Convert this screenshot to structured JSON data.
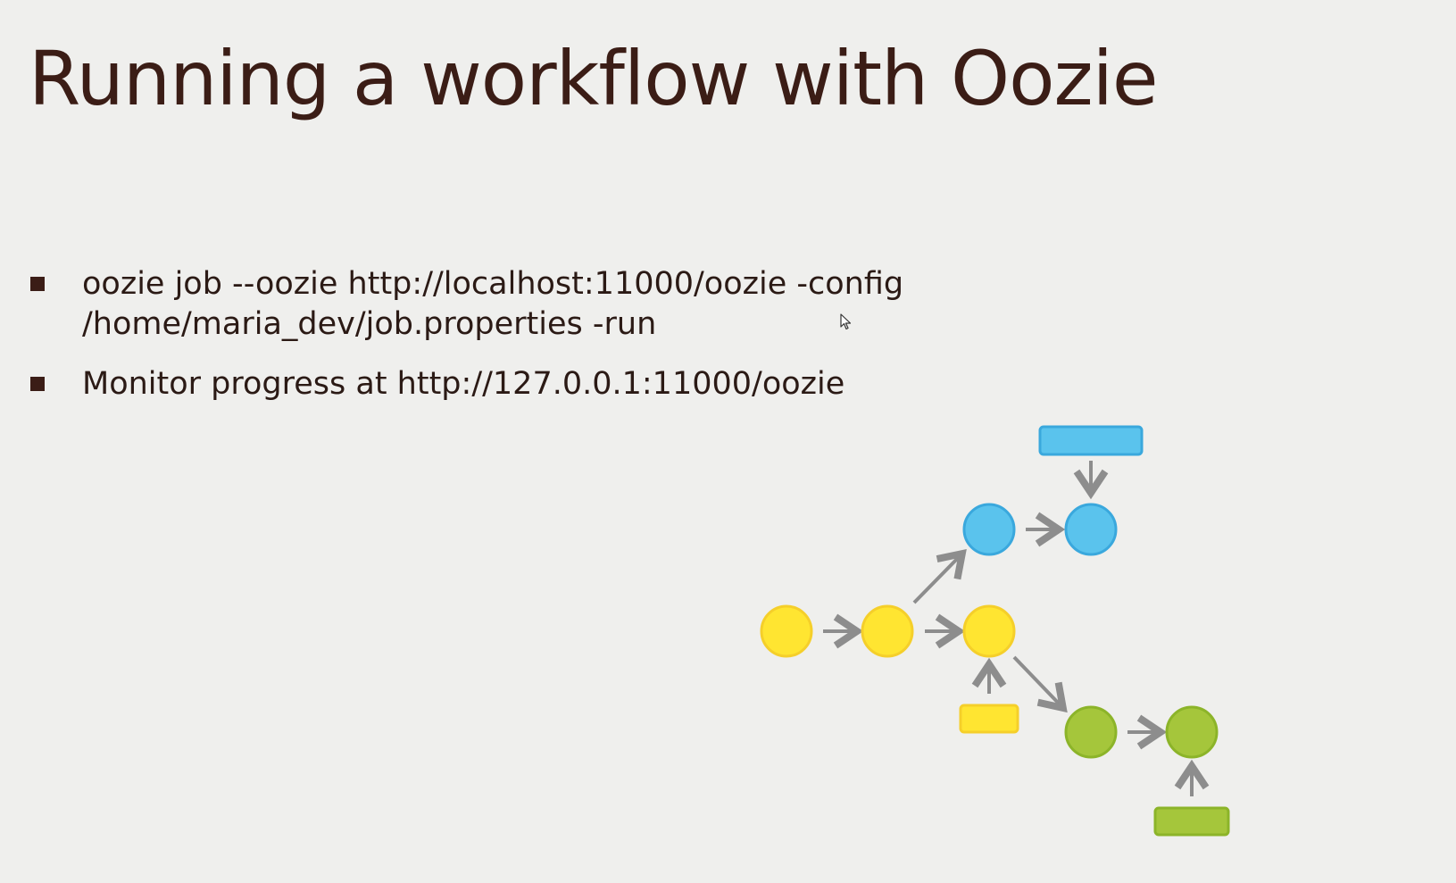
{
  "slide": {
    "title": "Running a workflow with Oozie",
    "bullets": [
      {
        "text": "oozie job --oozie http://localhost:11000/oozie -config\n/home/maria_dev/job.properties -run"
      },
      {
        "text": "Monitor progress at http://127.0.0.1:11000/oozie"
      }
    ]
  },
  "diagram": {
    "colors": {
      "blue": "#5ac3ed",
      "blue_stroke": "#3aa8dd",
      "yellow": "#ffe531",
      "yellow_stroke": "#f5cf2a",
      "green": "#a5c63b",
      "green_stroke": "#8cb429",
      "arrow": "#8d8d8d"
    }
  }
}
